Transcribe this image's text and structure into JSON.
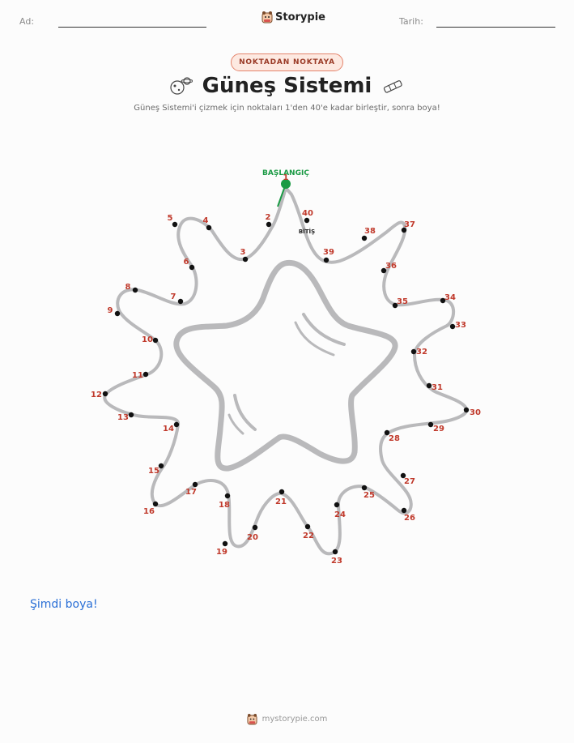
{
  "header": {
    "name_label": "Ad:",
    "date_label": "Tarih:",
    "brand": "Storypie",
    "brand_icon": "storypie-mascot-icon"
  },
  "badge": "NOKTADAN NOKTAYA",
  "title": "Güneş Sistemi",
  "title_icons": [
    "planets-icon",
    "telescope-icon"
  ],
  "subtitle": "Güneş Sistemi'i çizmek için noktaları 1'den 40'e kadar birleştir, sonra boya!",
  "puzzle": {
    "start_label": "BAŞLANGIÇ",
    "end_label": "BİTİŞ",
    "start_color": "#1a9a44",
    "dots": [
      "1",
      "2",
      "3",
      "4",
      "5",
      "6",
      "7",
      "8",
      "9",
      "10",
      "11",
      "12",
      "13",
      "14",
      "15",
      "16",
      "17",
      "18",
      "19",
      "20",
      "21",
      "22",
      "23",
      "24",
      "25",
      "26",
      "27",
      "28",
      "29",
      "30",
      "31",
      "32",
      "33",
      "34",
      "35",
      "36",
      "37",
      "38",
      "39",
      "40"
    ]
  },
  "prompt": "Şimdi boya!",
  "footer": "mystorypie.com"
}
